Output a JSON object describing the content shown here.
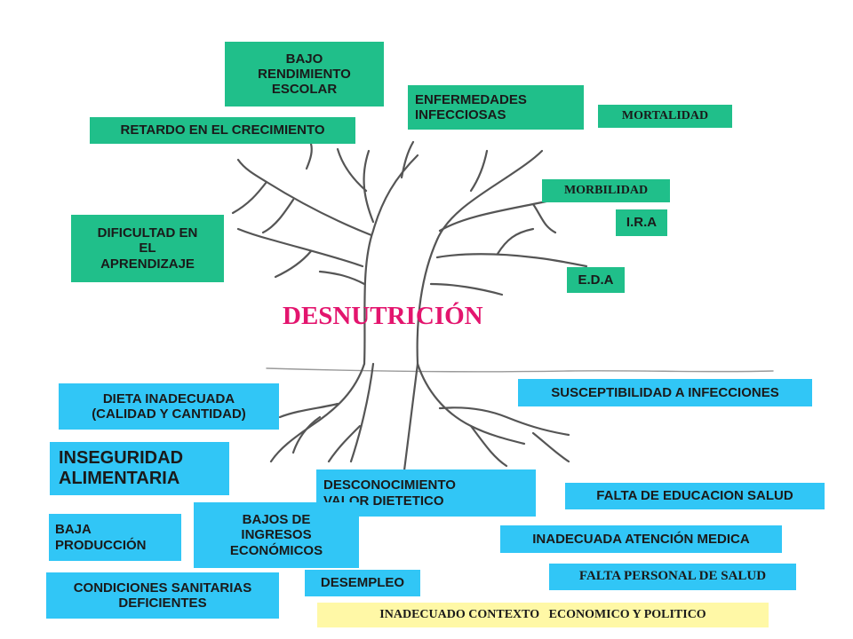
{
  "title": "DESNUTRICIÓN",
  "effects": {
    "bajo_rendimiento": "BAJO\nRENDIMIENTO\nESCOLAR",
    "enfermedades": "ENFERMEDADES\nINFECCIOSAS",
    "mortalidad": "MORTALIDAD",
    "retardo": "RETARDO EN EL CRECIMIENTO",
    "morbilidad": "MORBILIDAD",
    "ira": "I.R.A",
    "dificultad": "DIFICULTAD EN\nEL\nAPRENDIZAJE",
    "eda": "E.D.A"
  },
  "causes": {
    "dieta": "DIETA INADECUADA\n(CALIDAD Y CANTIDAD)",
    "susceptibilidad": "SUSCEPTIBILIDAD A INFECCIONES",
    "inseguridad": "INSEGURIDAD\nALIMENTARIA",
    "desconocimiento": "DESCONOCIMIENTO\n VALOR DIETETICO",
    "falta_educacion": "FALTA DE EDUCACION SALUD",
    "baja_produccion": "BAJA\nPRODUCCIÓN",
    "bajos_ingresos": "BAJOS DE\nINGRESOS\nECONÓMICOS",
    "inadecuada_atencion": "INADECUADA ATENCIÓN MEDICA",
    "falta_personal": "FALTA PERSONAL DE SALUD",
    "condiciones": "CONDICIONES SANITARIAS\nDEFICIENTES",
    "desempleo": "DESEMPLEO",
    "contexto": "INADECUADO CONTEXTO   ECONOMICO Y POLITICO"
  },
  "colors": {
    "effect_box": "#20bf8a",
    "cause_box": "#31c6f6",
    "context_box": "#fff8a6",
    "title": "#e3156e",
    "tree_line": "#555555"
  },
  "icons": {
    "tree": "tree-outline-illustration"
  }
}
